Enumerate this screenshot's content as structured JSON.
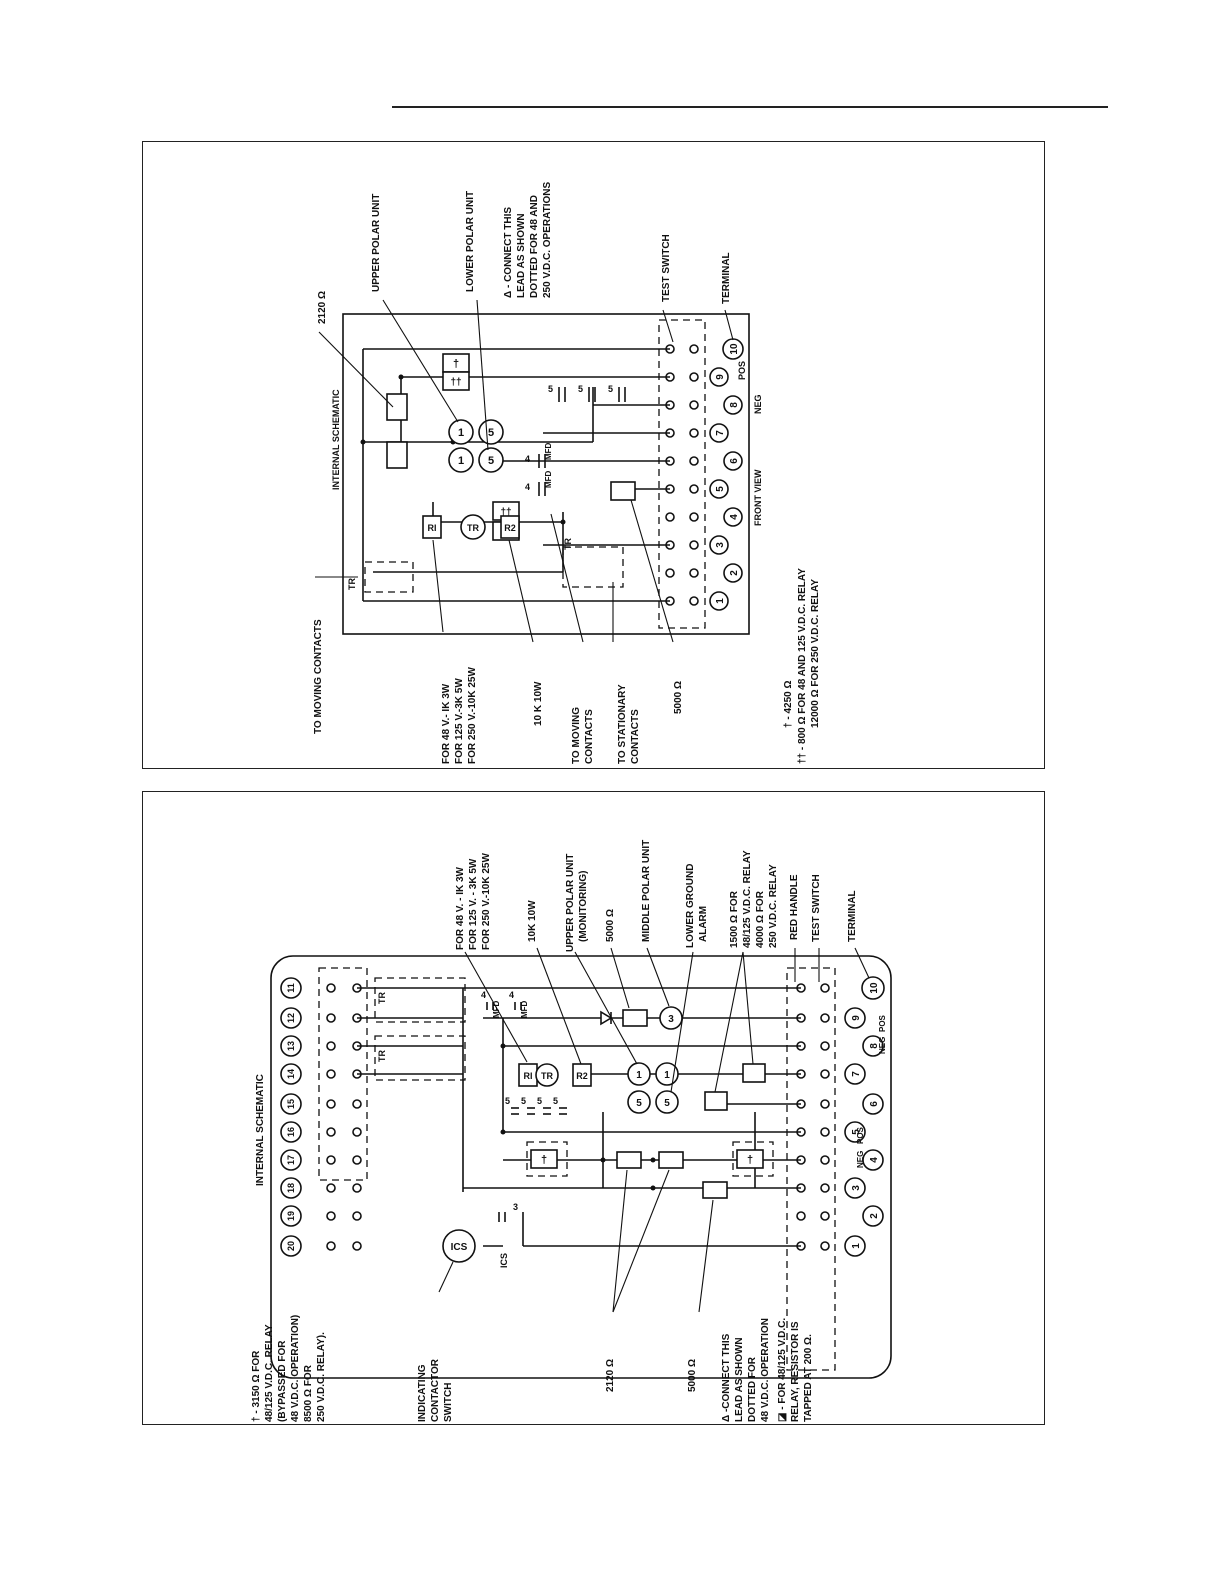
{
  "top_schematic": {
    "title": "INTERNAL SCHEMATIC",
    "front_view": "FRONT VIEW",
    "labels": {
      "r2120": "2120 Ω",
      "upper_polar": "UPPER POLAR UNIT",
      "lower_polar": "LOWER POLAR UNIT",
      "note_connect": [
        "Δ - CONNECT THIS",
        "LEAD AS SHOWN",
        "DOTTED FOR 48 AND",
        "250 V.D.C. OPERATIONS"
      ],
      "test_switch": "TEST SWITCH",
      "terminal": "TERMINAL",
      "to_moving_contacts": "TO MOVING CONTACTS",
      "r1_note": [
        "FOR 48 V.- IK 3W",
        "FOR 125 V.-3K 5W",
        "FOR 250 V.-10K 25W"
      ],
      "r10k": "10 K 10W",
      "to_moving_contacts_2": [
        "TO MOVING",
        "CONTACTS"
      ],
      "to_stationary": [
        "TO STATIONARY",
        "CONTACTS"
      ],
      "r5000": "5000 Ω",
      "footnote_1": "† - 4250 Ω",
      "footnote_2": [
        "†† - 800 Ω FOR 48 AND 125 V.D.C. RELAY",
        "12000 Ω FOR 250 V.D.C. RELAY"
      ],
      "pos": "POS",
      "neg": "NEG",
      "mfd": "MFD",
      "tr": "TR"
    },
    "terminals": [
      "1",
      "2",
      "3",
      "4",
      "5",
      "6",
      "7",
      "8",
      "9",
      "10"
    ],
    "components": {
      "r1": "RI",
      "r2": "R2",
      "tr": "TR",
      "polar": [
        "1",
        "5",
        "1",
        "5"
      ],
      "dagger": "†",
      "ddagger": "††",
      "cap_values": [
        "5",
        "5",
        "5",
        "4",
        "4"
      ]
    }
  },
  "bottom_schematic": {
    "title": "INTERNAL SCHEMATIC",
    "labels": {
      "r1_note": [
        "FOR 48 V. - IK 3W",
        "FOR 125 V. - 3K 5W",
        "FOR 250 V.-10K 25W"
      ],
      "r10k": "10K 10W",
      "upper_polar": [
        "UPPER POLAR UNIT",
        "(MONITORING)"
      ],
      "r5000_top": "5000 Ω",
      "middle_polar": "MIDDLE POLAR UNIT",
      "lower_ground": [
        "LOWER GROUND",
        "ALARM"
      ],
      "r1500": [
        "1500 Ω FOR",
        "48/125 V.D.C. RELAY",
        "4000 Ω FOR",
        "250 V.D.C. RELAY"
      ],
      "red_handle": "RED HANDLE",
      "test_switch": "TEST SWITCH",
      "terminal": "TERMINAL",
      "footnote_dagger": [
        "† - 3150 Ω FOR",
        "48/125 V.D.C. RELAY",
        "(BYPASSED FOR",
        "48 V.D.C. OPERATION)",
        "8500 Ω FOR",
        "250 V.D.C. RELAY)."
      ],
      "ics_label": [
        "INDICATING",
        "CONTACTOR",
        "SWITCH"
      ],
      "r2120": "2120 Ω",
      "r5000_bottom": "5000 Ω",
      "note_connect": [
        "Δ -CONNECT THIS",
        "LEAD AS SHOWN",
        "DOTTED FOR",
        "48 V.D.C. OPERATION"
      ],
      "note_tap": [
        "◪ - FOR 48/125 V.D.C.",
        "RELAY, RESISTOR IS",
        "TAPPED AT 200 Ω."
      ],
      "pos": "POS",
      "neg": "NEG",
      "mfd": "MFD",
      "tr": "TR",
      "ics": "ICS"
    },
    "terminals": [
      "1",
      "2",
      "3",
      "4",
      "5",
      "6",
      "7",
      "8",
      "9",
      "10"
    ],
    "upper_terminals": [
      "11",
      "12",
      "13",
      "14",
      "15",
      "16",
      "17",
      "18",
      "19",
      "20"
    ],
    "components": {
      "r1": "RI",
      "r2": "R2",
      "tr": "TR",
      "ics": "ICS",
      "polar": [
        "1",
        "5",
        "1",
        "5",
        "3"
      ],
      "dagger": "†",
      "cap_values": [
        "5",
        "5",
        "5",
        "5",
        "4",
        "4",
        "3"
      ]
    }
  }
}
